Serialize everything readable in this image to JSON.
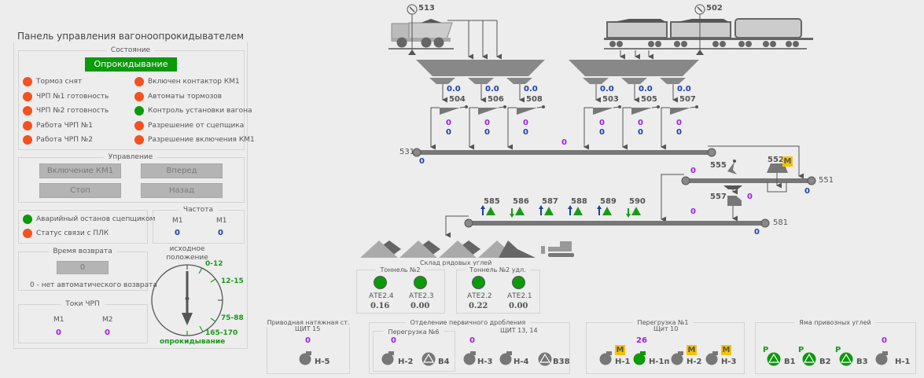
{
  "panel": {
    "title": "Панель управления вагоноопрокидывателем",
    "state": {
      "legend": "Состояние",
      "status_label": "Опрокидывание",
      "status_color": "#0a9a0a",
      "left": [
        {
          "label": "Тормоз снят",
          "color": "#f4511e"
        },
        {
          "label": "ЧРП №1 готовность",
          "color": "#f4511e"
        },
        {
          "label": "ЧРП №2 готовность",
          "color": "#f4511e"
        },
        {
          "label": "Работа ЧРП №1",
          "color": "#f4511e"
        },
        {
          "label": "Работа ЧРП №2",
          "color": "#f4511e"
        }
      ],
      "right": [
        {
          "label": "Включен контактор КМ1",
          "color": "#f4511e"
        },
        {
          "label": "Автоматы тормозов",
          "color": "#f4511e"
        },
        {
          "label": "Контроль установки вагона",
          "color": "#0a9a0a"
        },
        {
          "label": "Разрешение от сцепщика",
          "color": "#f4511e"
        },
        {
          "label": "Разрешение включения КМ1",
          "color": "#f4511e"
        }
      ]
    },
    "control": {
      "legend": "Управление",
      "buttons": [
        "Включение КМ1",
        "Вперед",
        "Стоп",
        "Назад"
      ]
    },
    "alarms": [
      {
        "label": "Аварийный останов сцепщиком",
        "color": "#0a9a0a"
      },
      {
        "label": "Статус связи с ПЛК",
        "color": "#f4511e"
      }
    ],
    "frequency": {
      "legend": "Частота",
      "labels": [
        "М1",
        "М1"
      ],
      "values": [
        "0",
        "0"
      ]
    },
    "return_time": {
      "legend": "Время возврата",
      "value": "0",
      "note": "0 - нет автоматического возврата"
    },
    "currents": {
      "legend": "Токи ЧРП",
      "labels": [
        "М1",
        "М2"
      ],
      "values": [
        "0",
        "0"
      ]
    },
    "dial": {
      "top_label": "исходное положение",
      "bottom_label": "опрокидывание",
      "marks": [
        "0-12",
        "12-15",
        "75-88",
        "165-170"
      ]
    }
  },
  "scheme": {
    "scales": [
      {
        "id": "513"
      },
      {
        "id": "502"
      }
    ],
    "feeders_left": [
      {
        "id": "504",
        "rate": "0.0",
        "v1": "0",
        "v2": "0"
      },
      {
        "id": "506",
        "rate": "0.0",
        "v1": "0",
        "v2": "0"
      },
      {
        "id": "508",
        "rate": "0.0",
        "v1": "0",
        "v2": "0"
      }
    ],
    "feeders_right": [
      {
        "id": "503",
        "rate": "0.0",
        "v1": "0",
        "v2": "0"
      },
      {
        "id": "505",
        "rate": "0.0",
        "v1": "0",
        "v2": "0"
      },
      {
        "id": "507",
        "rate": "0.0",
        "v1": "0",
        "v2": "0"
      }
    ],
    "conv531": {
      "id": "531",
      "load": "0",
      "speed": "0"
    },
    "conv551": {
      "id": "551",
      "load": "0",
      "speed": "0"
    },
    "dev555": {
      "id": "555"
    },
    "dev552": {
      "id": "552",
      "mode": "М"
    },
    "dev557": {
      "id": "557",
      "value": "0"
    },
    "conv581": {
      "id": "581",
      "load": "0",
      "speed": "0"
    },
    "trippers": [
      {
        "id": "585",
        "dir": "up"
      },
      {
        "id": "586",
        "dir": "down"
      },
      {
        "id": "587",
        "dir": "up"
      },
      {
        "id": "588",
        "dir": "up"
      },
      {
        "id": "589",
        "dir": "up"
      },
      {
        "id": "590",
        "dir": "down"
      }
    ],
    "storage_label": "Склад рядовых углей",
    "tunnels": [
      {
        "legend": "Тоннель №2",
        "items": [
          {
            "name": "АТЕ2.4",
            "value": "0.16"
          },
          {
            "name": "АТЕ2.3",
            "value": "0.00"
          }
        ]
      },
      {
        "legend": "Тоннель №2 удл.",
        "items": [
          {
            "name": "АТЕ2.2",
            "value": "0.22"
          },
          {
            "name": "АТЕ2.1",
            "value": "0.00"
          }
        ]
      }
    ]
  },
  "groups": {
    "g1": {
      "legend": "Приводная натяжная ст.",
      "sub": "ЩИТ 15",
      "value": "0",
      "pumps": [
        {
          "name": "Н-5"
        }
      ]
    },
    "g2": {
      "legend": "Отделение первичного дробления",
      "sub1": {
        "legend": "Перегрузка №6",
        "value": "0",
        "items": [
          {
            "name": "Н-2",
            "type": "pump"
          },
          {
            "name": "В4",
            "type": "fan"
          }
        ]
      },
      "sub2": {
        "legend": "ЩИТ 13, 14",
        "value": "0",
        "items": [
          {
            "name": "Н-3",
            "type": "pump"
          },
          {
            "name": "Н-4",
            "type": "pump"
          },
          {
            "name": "В38",
            "type": "fan"
          }
        ]
      }
    },
    "g3": {
      "legend": "Перегрузка №1",
      "sub": "Щит 10",
      "value": "26",
      "items": [
        {
          "name": "Н-1",
          "state": "off",
          "mode": "М"
        },
        {
          "name": "Н-1п",
          "state": "on",
          "mode": ""
        },
        {
          "name": "Н-2",
          "state": "off",
          "mode": "М"
        },
        {
          "name": "Н-3",
          "state": "off",
          "mode": "М"
        }
      ]
    },
    "g4": {
      "legend": "Яма привозных углей",
      "value": "0",
      "items": [
        {
          "name": "В1",
          "mode": "Р"
        },
        {
          "name": "В2",
          "mode": "Р"
        },
        {
          "name": "В3",
          "mode": "Р"
        },
        {
          "name": "Н-1",
          "mode": ""
        }
      ]
    }
  }
}
